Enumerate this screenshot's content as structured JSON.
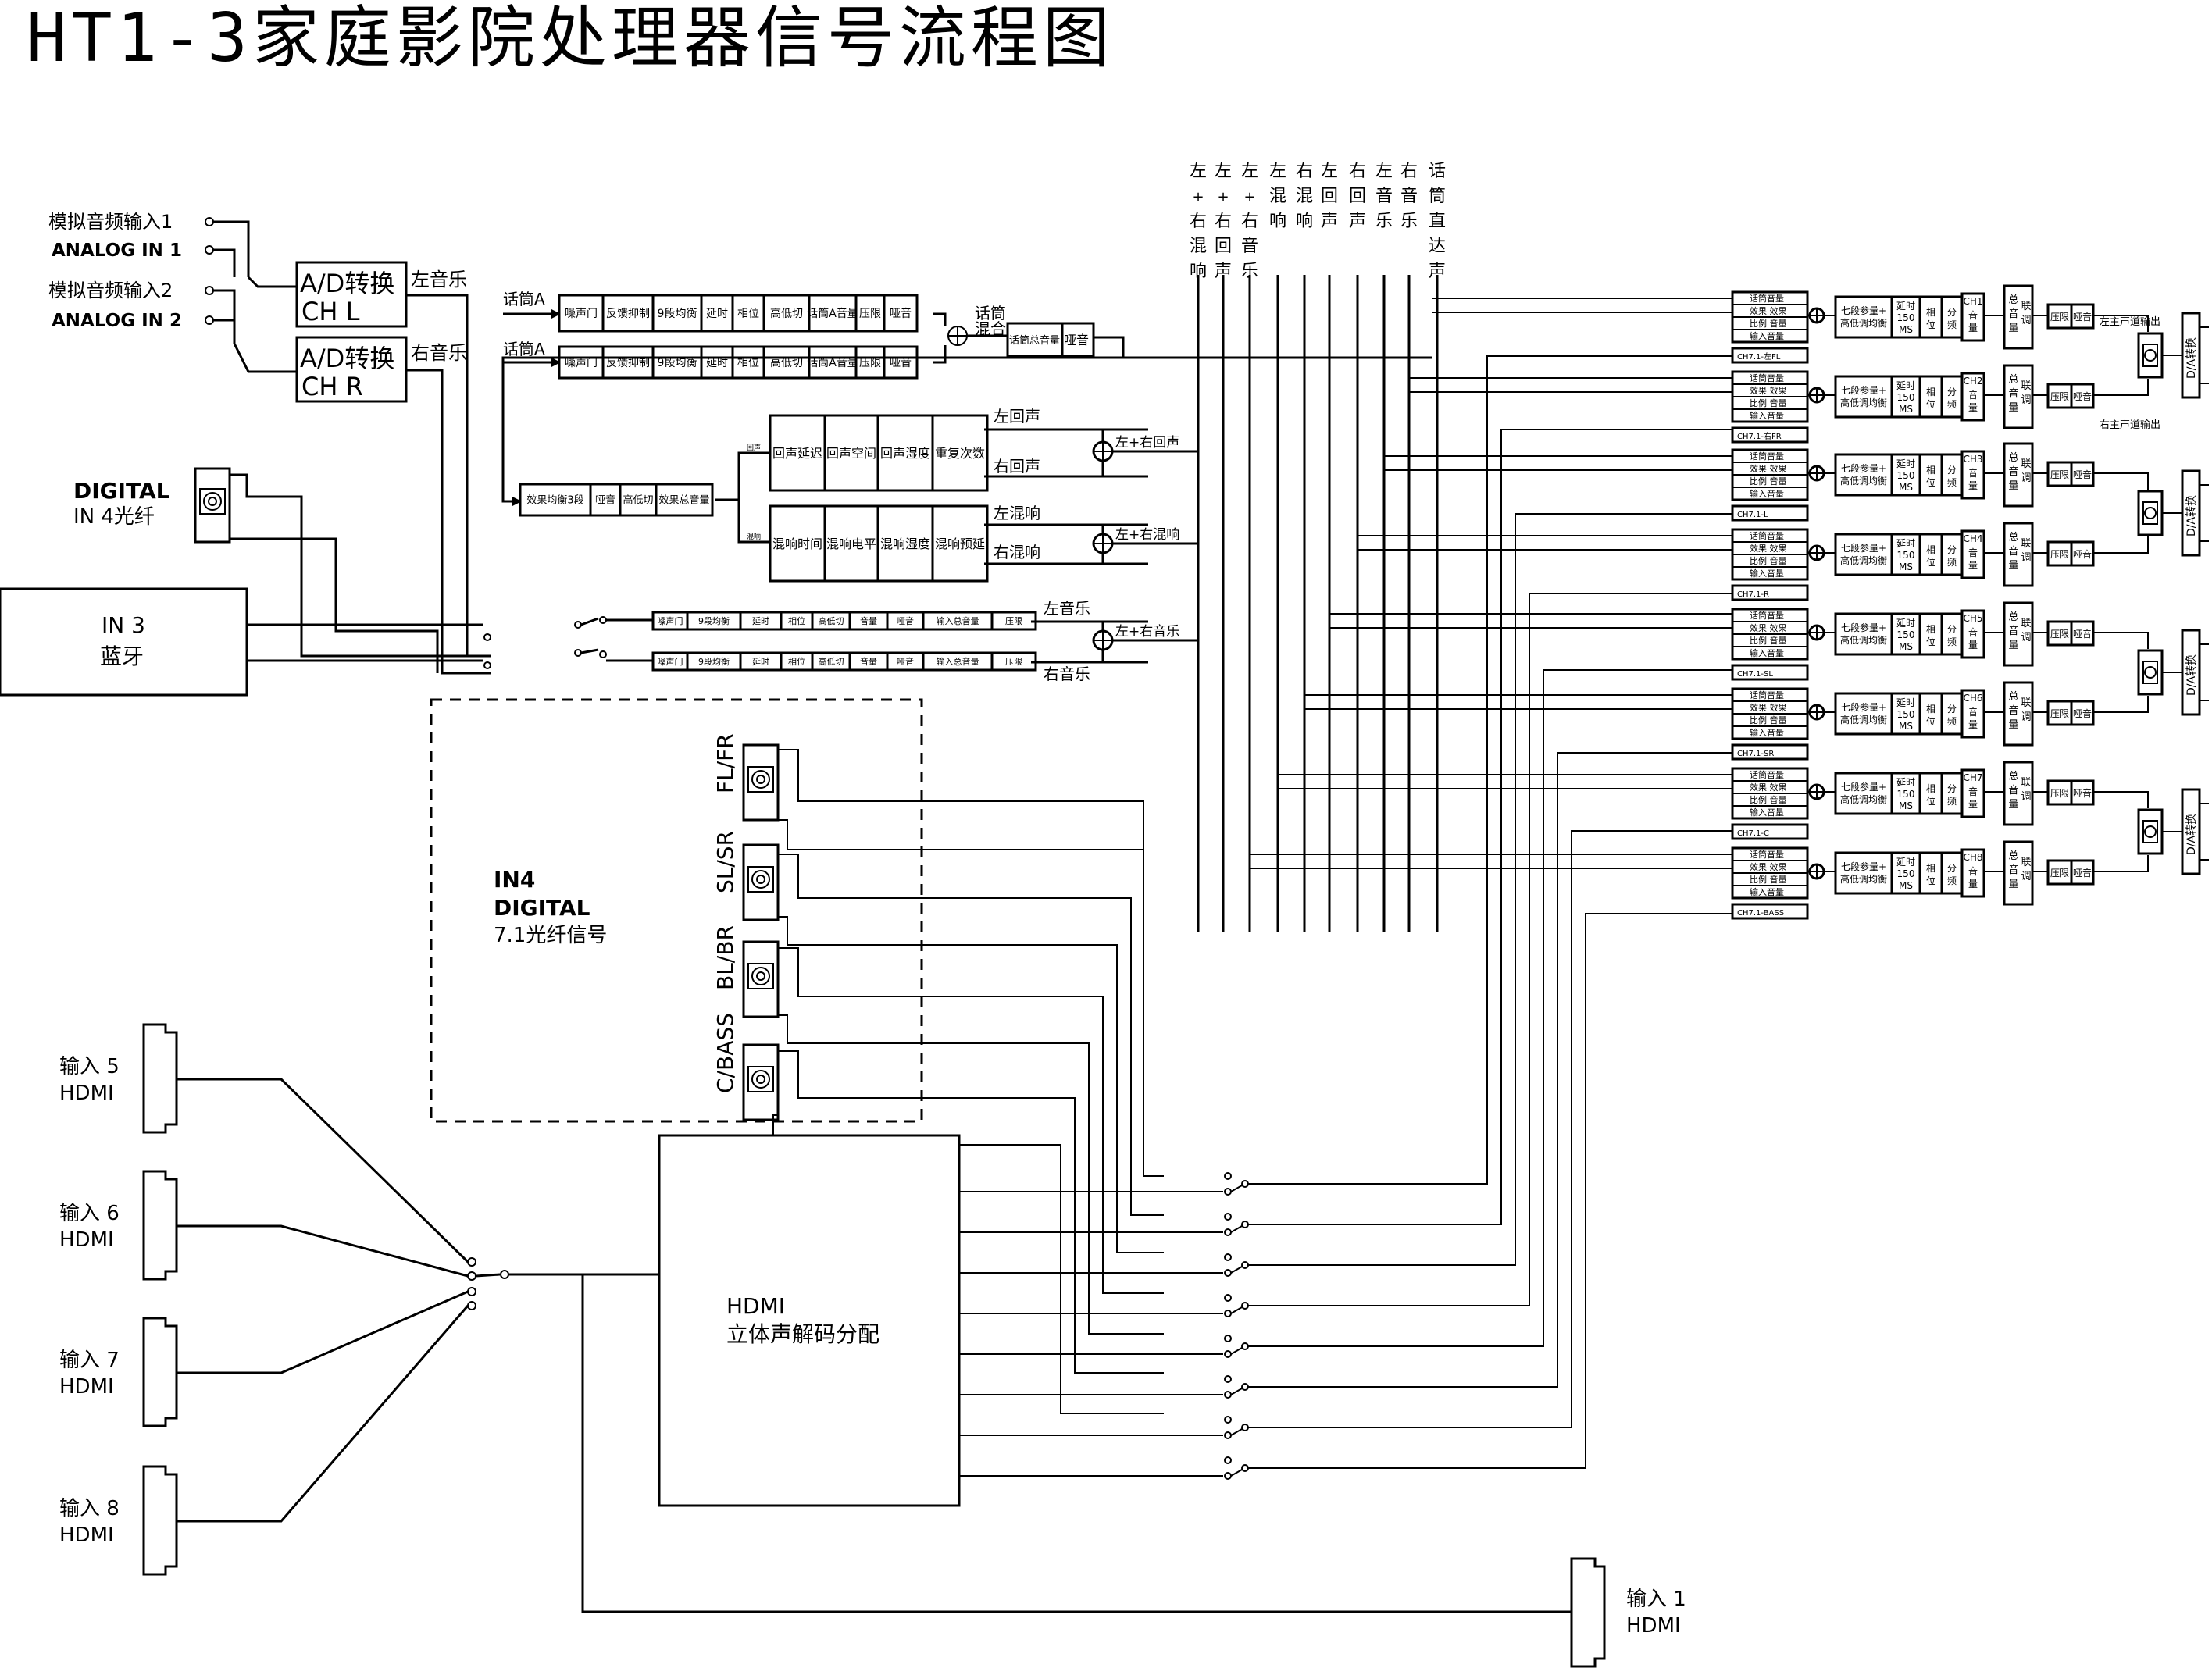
{
  "title": "HT1-3家庭影院处理器信号流程图",
  "inputs": {
    "analog1_cn": "模拟音频输入1",
    "analog1_en": "ANALOG IN 1",
    "analog2_cn": "模拟音频输入2",
    "analog2_en": "ANALOG IN 2",
    "digital_en": "DIGITAL",
    "digital_cn": "IN 4光纤",
    "in3_a": "IN 3",
    "in3_b": "蓝牙",
    "in4_a": "IN4",
    "in4_b": "DIGITAL",
    "in4_c": "7.1光纤信号",
    "optical": [
      "FL/FR",
      "SL/SR",
      "BL/BR",
      "C/BASS"
    ],
    "hdmi_inputs": [
      {
        "label": "输入 5",
        "sub": "HDMI"
      },
      {
        "label": "输入 6",
        "sub": "HDMI"
      },
      {
        "label": "输入 7",
        "sub": "HDMI"
      },
      {
        "label": "输入 8",
        "sub": "HDMI"
      }
    ],
    "hdmi1_label": "输入 1",
    "hdmi1_sub": "HDMI"
  },
  "ad": {
    "label": "A/D转换",
    "ch_l": "CH L",
    "ch_r": "CH R",
    "left_out": "左音乐",
    "right_out": "右音乐"
  },
  "mic": {
    "in_a": "话筒A",
    "in_b": "话筒A",
    "chain": [
      "噪声门",
      "反馈抑制",
      "9段均衡",
      "延时",
      "相位",
      "高低切",
      "话筒A音量",
      "压限",
      "哑音"
    ],
    "mix_a": "话筒",
    "mix_b": "混合",
    "total": "话筒总音量",
    "mute": "哑音"
  },
  "effect": {
    "chain": [
      "效果均衡3段",
      "哑音",
      "高低切",
      "效果总音量"
    ],
    "echo": [
      "回声延迟",
      "回声空间",
      "回声湿度",
      "重复次数"
    ],
    "reverb": [
      "混响时间",
      "混响电平",
      "混响湿度",
      "混响预延"
    ],
    "echo_l": "左回声",
    "echo_r": "右回声",
    "echo_sum": "左+右回声",
    "rev_l": "左混响",
    "rev_r": "右混响",
    "rev_sum": "左+右混响",
    "branch1": "回声",
    "branch2": "混响"
  },
  "music": {
    "chain": [
      "噪声门",
      "9段均衡",
      "延时",
      "相位",
      "高低切",
      "音量",
      "哑音",
      "输入总音量",
      "压限"
    ],
    "left": "左音乐",
    "right": "右音乐",
    "sum": "左+右音乐"
  },
  "buses": [
    "左+右混响",
    "左+右回声",
    "左+右音乐",
    "左混响",
    "右混响",
    "左回声",
    "右回声",
    "左音乐",
    "右音乐",
    "话筒直达声"
  ],
  "hdmi_decoder": {
    "a": "HDMI",
    "b": "立体声解码分配"
  },
  "channel_mix": [
    "话筒音量",
    "效果    效果",
    "比例    音量",
    "输入音量"
  ],
  "channel_sources": [
    "CH7.1-左FL",
    "CH7.1-右FR",
    "CH7.1-L",
    "CH7.1-R",
    "CH7.1-SL",
    "CH7.1-SR",
    "CH7.1-C",
    "CH7.1-BASS"
  ],
  "channel_blocks": {
    "peq_a": "七段参量+",
    "peq_b": "高低调均衡",
    "delay_a": "延时",
    "delay_b": "150",
    "delay_c": "MS",
    "phase": "相位",
    "xover": "分频",
    "vol": "音量",
    "master": "总音量",
    "link": "联调",
    "limit": "压限",
    "mute": "哑音"
  },
  "channels": [
    "CH1",
    "CH2",
    "CH3",
    "CH4",
    "CH5",
    "CH6",
    "CH7",
    "CH8"
  ],
  "outputs": {
    "left_main": "左主声道输出",
    "right_main": "右主声道输出",
    "da": "D/A转换"
  }
}
